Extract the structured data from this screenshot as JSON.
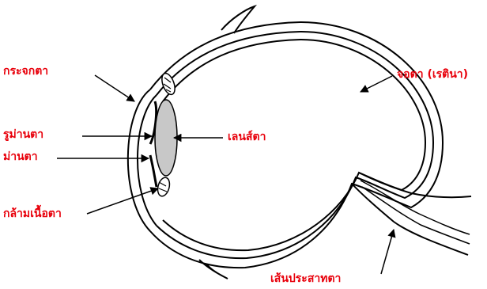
{
  "colors": {
    "label": "#e8000b",
    "line": "#000000",
    "lens_fill": "#c8c8c8",
    "background": "#ffffff"
  },
  "labels": {
    "cornea": "กระจกตา",
    "pupil": "รูม่านตา",
    "iris": "ม่านตา",
    "ciliary_muscle": "กล้ามเนื้อตา",
    "lens": "เลนส์ตา",
    "retina": "จอตา (เรตินา)",
    "optic_nerve": "เส้นประสาทตา"
  }
}
